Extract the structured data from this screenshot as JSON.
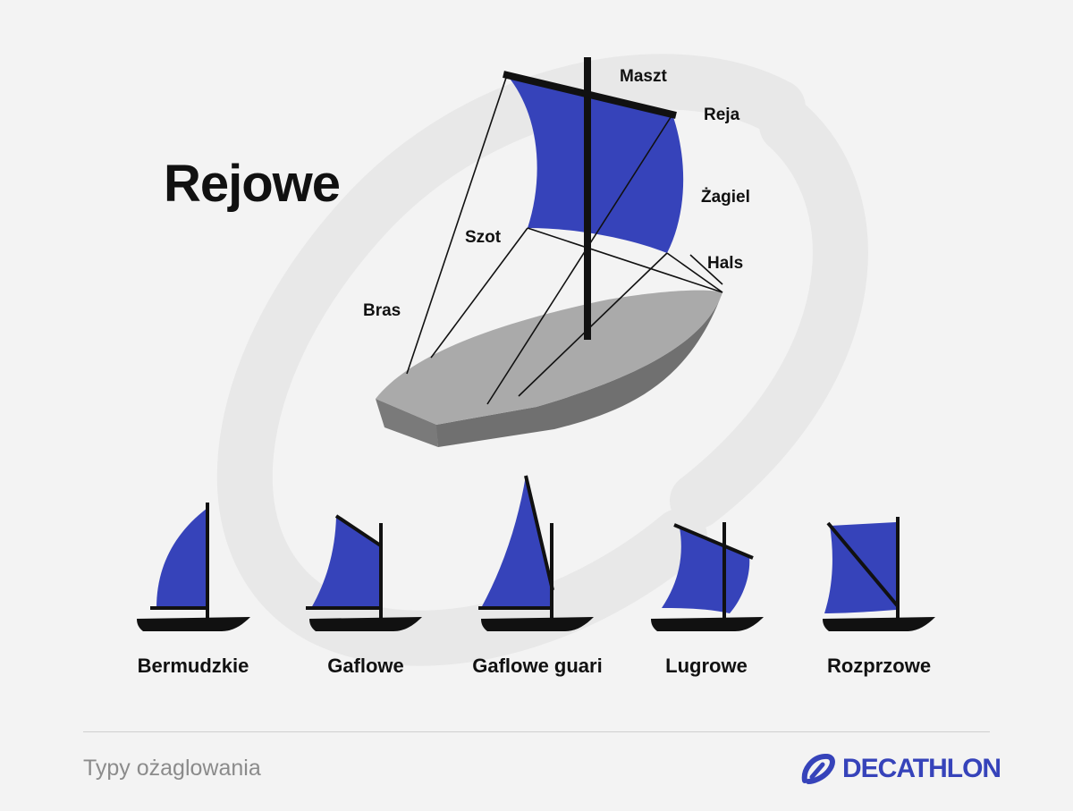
{
  "title": "Rejowe",
  "parts": {
    "maszt": "Maszt",
    "reja": "Reja",
    "zagiel": "Żagiel",
    "szot": "Szot",
    "hals": "Hals",
    "bras": "Bras"
  },
  "sail_types": [
    {
      "name": "Bermudzkie"
    },
    {
      "name": "Gaflowe"
    },
    {
      "name": "Gaflowe guari"
    },
    {
      "name": "Lugrowe"
    },
    {
      "name": "Rozprzowe"
    }
  ],
  "footer": {
    "caption": "Typy ożaglowania",
    "brand": "DECATHLON",
    "brand_icon": "decathlon-logo-icon"
  },
  "colors": {
    "sail": "#3643ba",
    "hull_top": "#aaaaaa",
    "hull_side": "#707070",
    "background": "#f3f3f3",
    "watermark": "#e7e7e7",
    "brand": "#3643ba"
  }
}
